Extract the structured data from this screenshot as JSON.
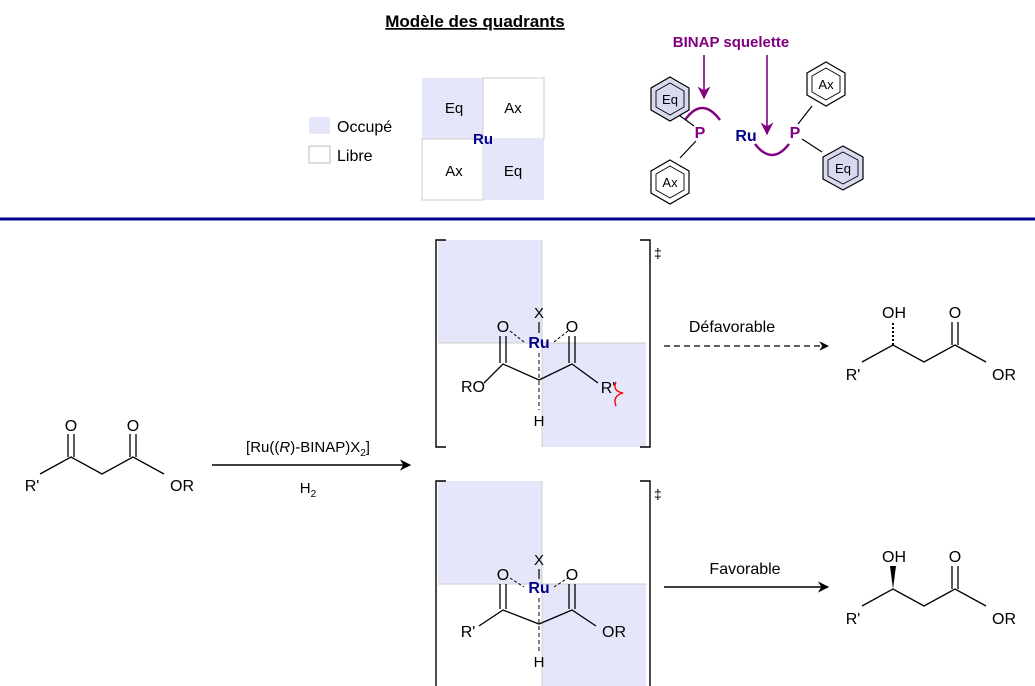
{
  "header": {
    "title": "Modèle des quadrants",
    "legend": {
      "occupied": "Occupé",
      "free": "Libre"
    },
    "quadrant": {
      "top_left": "Eq",
      "top_right": "Ax",
      "bottom_left": "Ax",
      "bottom_right": "Eq",
      "center": "Ru"
    },
    "binap": {
      "label": "BINAP squelette",
      "metal": "Ru",
      "phosphorus_left": "P",
      "phosphorus_right": "P",
      "phenyl_top_left": "Eq",
      "phenyl_bottom_left": "Ax",
      "phenyl_top_right": "Ax",
      "phenyl_bottom_right": "Eq"
    }
  },
  "reaction": {
    "substrate": {
      "o_ketone": "O",
      "o_ester": "O",
      "r_prime": "R'",
      "or": "OR"
    },
    "conditions": {
      "catalyst_prefix": "[Ru((",
      "catalyst_r": "R",
      "catalyst_mid": ")-BINAP)X",
      "catalyst_sub": "2",
      "catalyst_suffix": "]",
      "h2_main": "H",
      "h2_sub": "2"
    },
    "dagger": "‡",
    "ts_top": {
      "x": "X",
      "metal": "Ru",
      "o_left": "O",
      "o_right": "O",
      "ro": "RO",
      "h": "H",
      "r_prime": "R'"
    },
    "ts_bottom": {
      "x": "X",
      "metal": "Ru",
      "o_left": "O",
      "o_right": "O",
      "r_prime": "R'",
      "h": "H",
      "or": "OR"
    },
    "path_top": {
      "label": "Défavorable"
    },
    "path_bottom": {
      "label": "Favorable"
    },
    "product_top": {
      "oh": "OH",
      "o": "O",
      "r_prime": "R'",
      "or": "OR"
    },
    "product_bottom": {
      "oh": "OH",
      "o": "O",
      "r_prime": "R'",
      "or": "OR"
    }
  },
  "colors": {
    "occupied": "#e6e6fa",
    "metal": "#00008b",
    "binap": "#800080",
    "divider": "#00008b",
    "clash": "#ff0000",
    "phenyl_fill": "#d8daf0"
  }
}
